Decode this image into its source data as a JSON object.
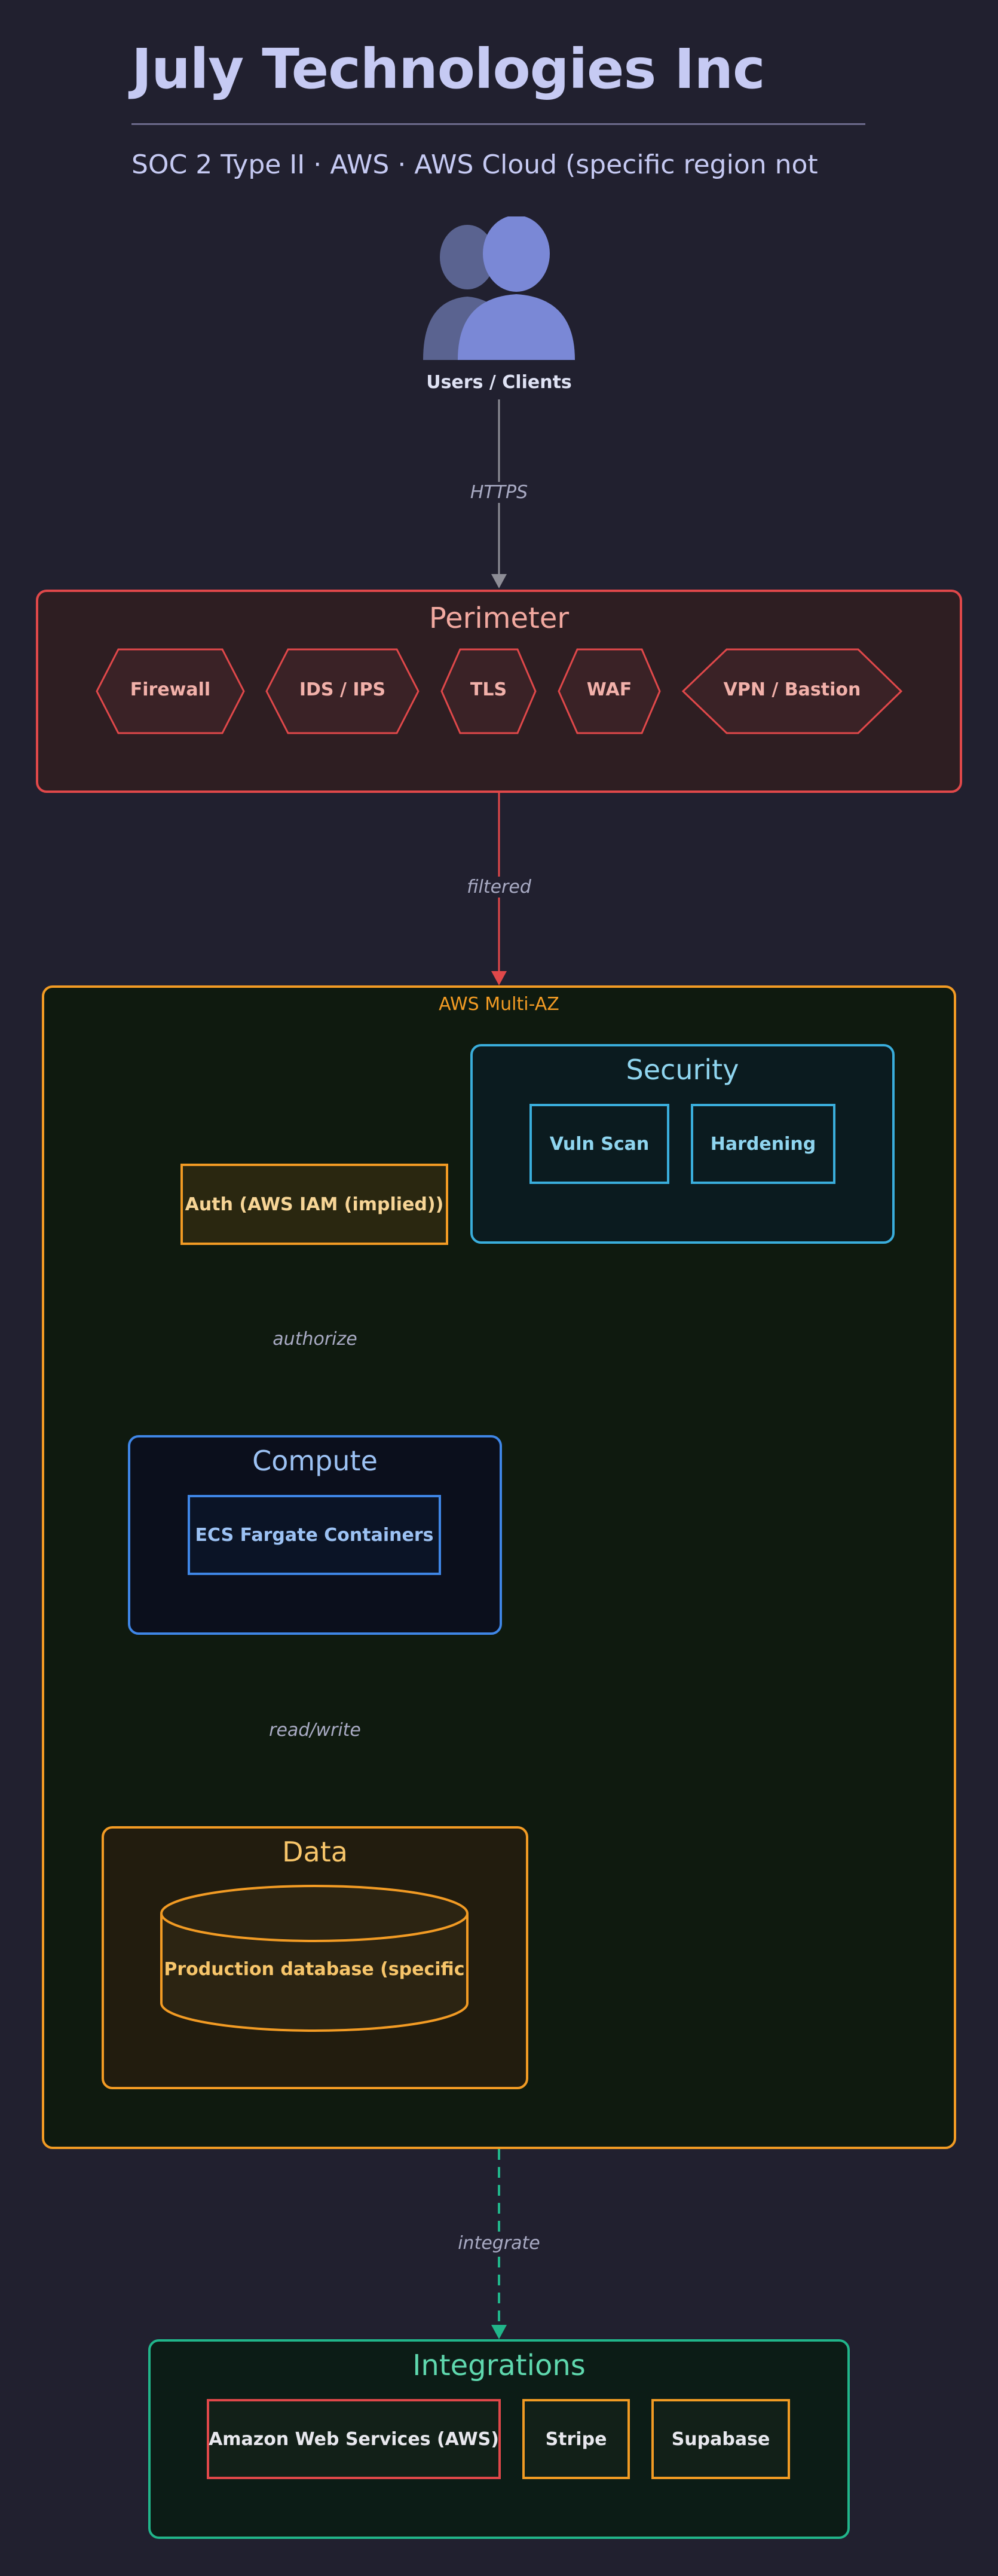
{
  "header": {
    "title": "July Technologies Inc",
    "subtitle": "SOC 2 Type II · AWS · AWS Cloud (specific region not"
  },
  "users": {
    "label": "Users / Clients",
    "icon": "users-icon"
  },
  "edges": {
    "https": "HTTPS",
    "filtered": "filtered",
    "authorize": "authorize",
    "readwrite": "read/write",
    "integrate": "integrate"
  },
  "perimeter": {
    "title": "Perimeter",
    "items": [
      "Firewall",
      "IDS / IPS",
      "TLS",
      "WAF",
      "VPN / Bastion"
    ]
  },
  "aws": {
    "title": "AWS Multi-AZ",
    "auth": "Auth (AWS IAM (implied))",
    "security": {
      "title": "Security",
      "items": [
        "Vuln Scan",
        "Hardening"
      ]
    },
    "compute": {
      "title": "Compute",
      "items": [
        "ECS Fargate Containers"
      ]
    },
    "data": {
      "title": "Data",
      "items": [
        "Production database (specific"
      ]
    }
  },
  "integrations": {
    "title": "Integrations",
    "items": [
      "Amazon Web Services (AWS)",
      "Stripe",
      "Supabase"
    ]
  },
  "colors": {
    "background": "#21202f",
    "perimeter": "#e0484a",
    "aws": "#f29b24",
    "security": "#3aaedc",
    "compute": "#3f86e6",
    "data": "#f29b24",
    "integrations": "#21b58a",
    "gray_edge": "#8d8d96"
  }
}
